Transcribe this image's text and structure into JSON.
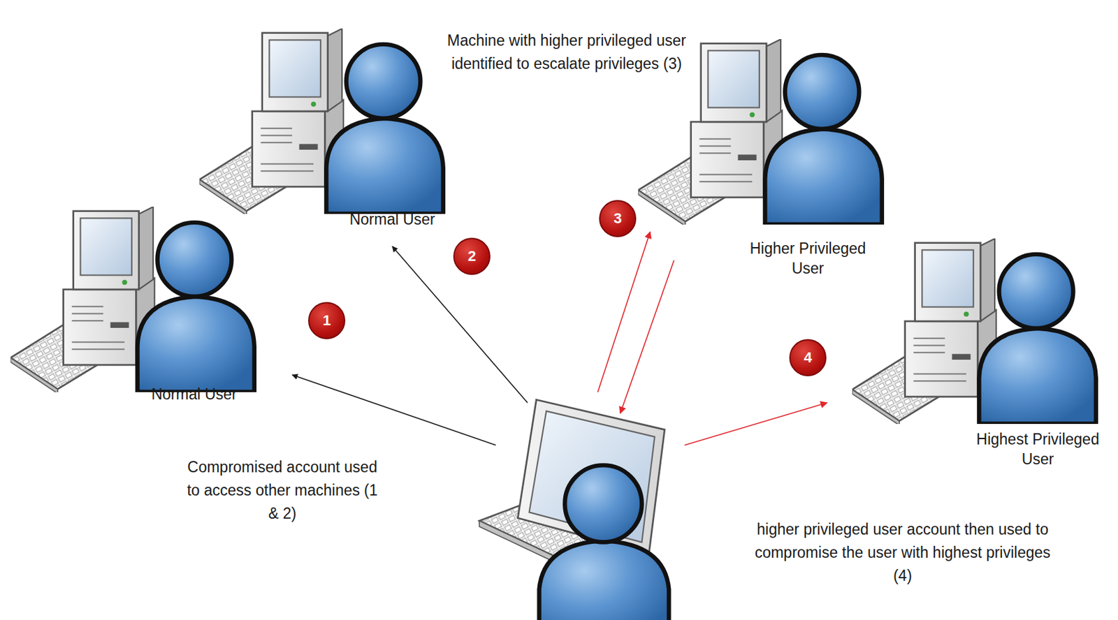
{
  "diagram": {
    "nodes": [
      {
        "text": [
          "Normal User"
        ]
      },
      {
        "text": [
          "Higher Privileged User"
        ]
      },
      {
        "text": [
          "Normal User"
        ]
      },
      {
        "text": [
          "Highest Privileged User"
        ]
      }
    ],
    "labels": [
      "Machine with higher privileged user identified to escalate privileges (3)",
      "3",
      "2",
      "1",
      "4",
      "Compromised account used to access other machines (1 & 2)",
      "higher privileged user account then used to compromise the user with highest privileges (4)"
    ]
  }
}
